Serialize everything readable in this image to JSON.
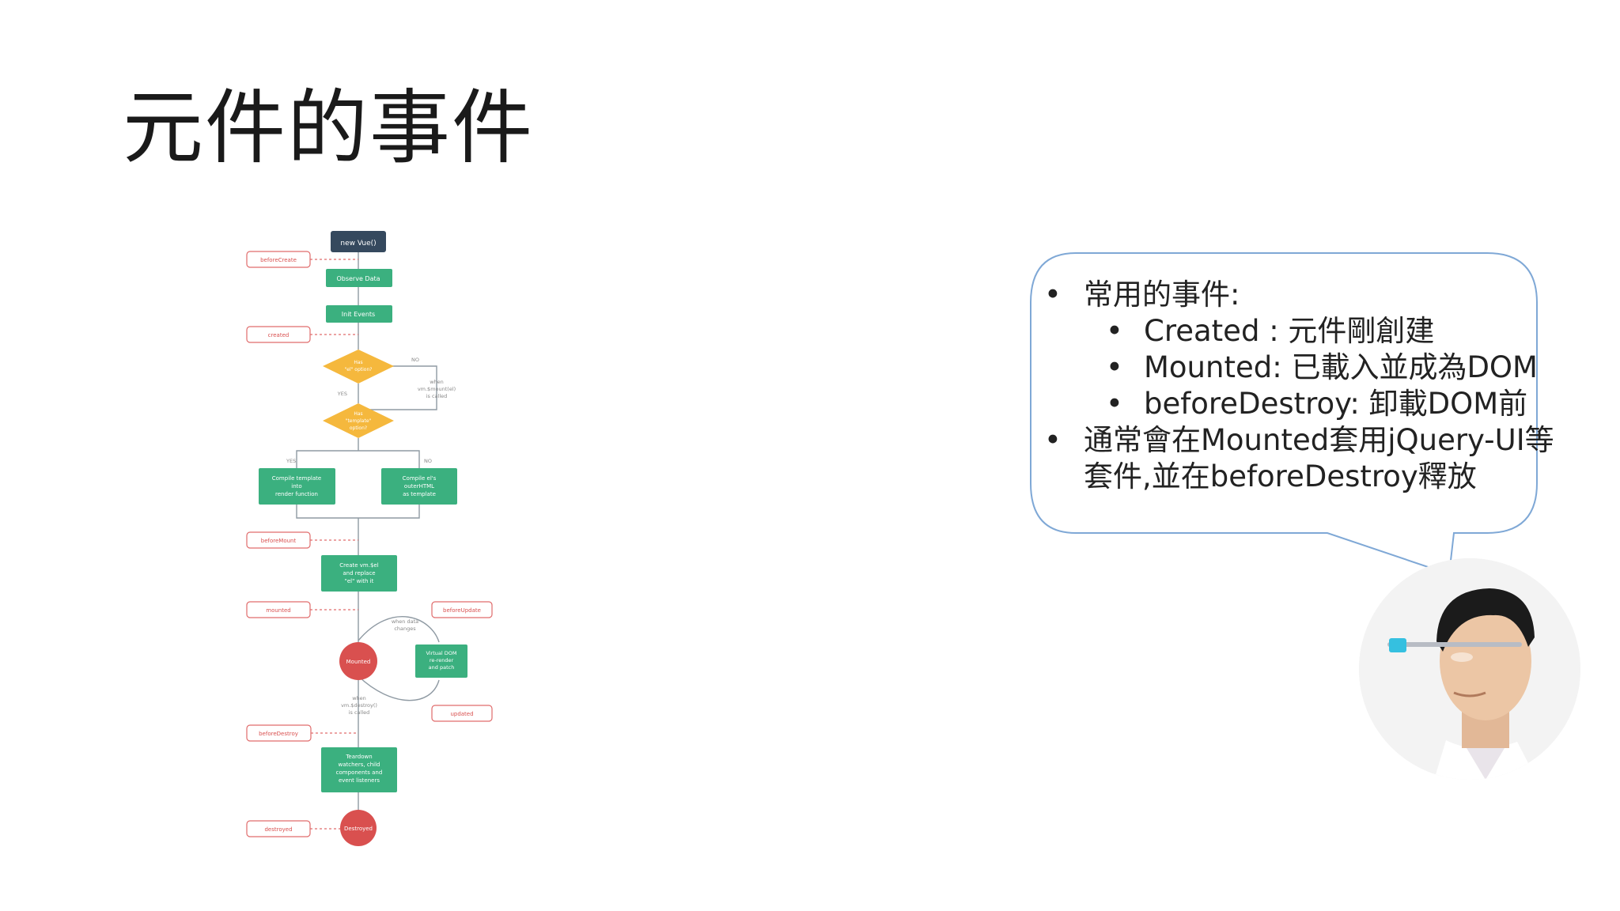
{
  "slide": {
    "title": "元件的事件"
  },
  "diagram": {
    "start": "new Vue()",
    "observe": "Observe Data",
    "init_events": "Init Events",
    "has_el": [
      "Has",
      "\"el\" option?"
    ],
    "has_template": [
      "Has",
      "\"template\"",
      "option?"
    ],
    "no": "NO",
    "yes": "YES",
    "when_mount": [
      "when",
      "vm.$mount(el)",
      "is called"
    ],
    "compile_template": [
      "Compile template",
      "into",
      "render function"
    ],
    "compile_outer": [
      "Compile el's",
      "outerHTML",
      "as template"
    ],
    "create_el": [
      "Create vm.$el",
      "and replace",
      "\"el\" with it"
    ],
    "mounted": "Mounted",
    "when_data": [
      "when data",
      "changes"
    ],
    "vdom": [
      "Virtual DOM",
      "re-render",
      "and patch"
    ],
    "when_destroy": [
      "when",
      "vm.$destroy()",
      "is called"
    ],
    "teardown": [
      "Teardown",
      "watchers, child",
      "components and",
      "event listeners"
    ],
    "destroyed": "Destroyed",
    "hooks": {
      "beforeCreate": "beforeCreate",
      "created": "created",
      "beforeMount": "beforeMount",
      "mounted": "mounted",
      "beforeUpdate": "beforeUpdate",
      "updated": "updated",
      "beforeDestroy": "beforeDestroy",
      "destroyed": "destroyed"
    }
  },
  "bubble": {
    "line1": "常用的事件:",
    "sub1": "Created : 元件剛創建",
    "sub2": "Mounted: 已載入並成為DOM",
    "sub3": "beforeDestroy: 卸載DOM前",
    "line2a": "通常會在Mounted套用jQuery-UI等",
    "line2b": "套件,並在beforeDestroy釋放"
  },
  "colors": {
    "green": "#3bb07f",
    "dark": "#35495e",
    "yellow": "#f5b83d",
    "red": "#d9504f",
    "hook": "#e06c6c",
    "bubble_border": "#7fa8d6"
  }
}
